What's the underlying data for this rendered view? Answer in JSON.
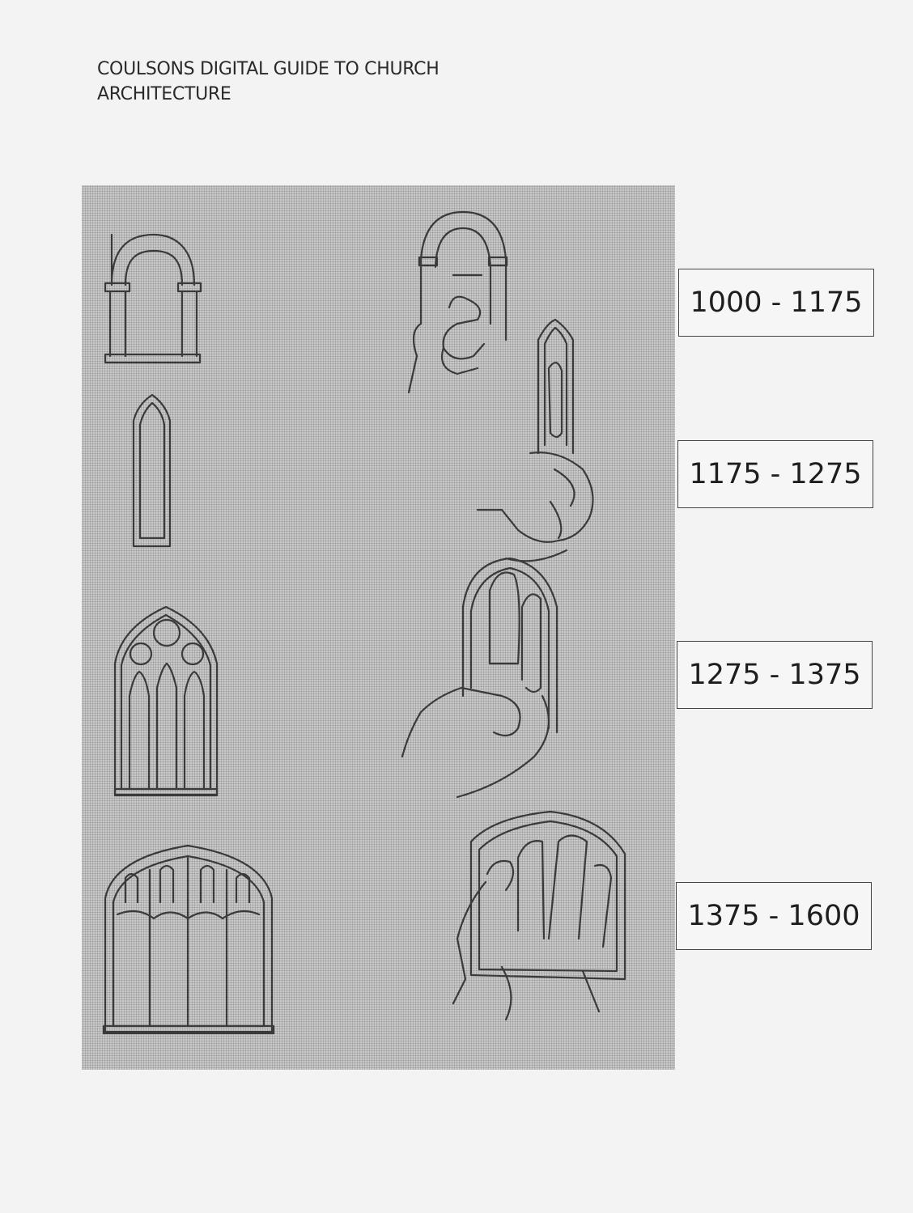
{
  "header": {
    "title_line1": "COULSONS DIGITAL GUIDE TO CHURCH",
    "title_line2": "ARCHITECTURE"
  },
  "periods": [
    {
      "label": "1000 - 1175",
      "style_icon": "round-arch-window-icon"
    },
    {
      "label": "1175 - 1275",
      "style_icon": "lancet-window-icon"
    },
    {
      "label": "1275 - 1375",
      "style_icon": "geometric-tracery-window-icon"
    },
    {
      "label": "1375 - 1600",
      "style_icon": "perpendicular-window-icon"
    }
  ],
  "hand_gestures": [
    "fist-round-arch-icon",
    "pointing-finger-lancet-icon",
    "two-fingers-tracery-icon",
    "open-hand-perpendicular-icon"
  ]
}
